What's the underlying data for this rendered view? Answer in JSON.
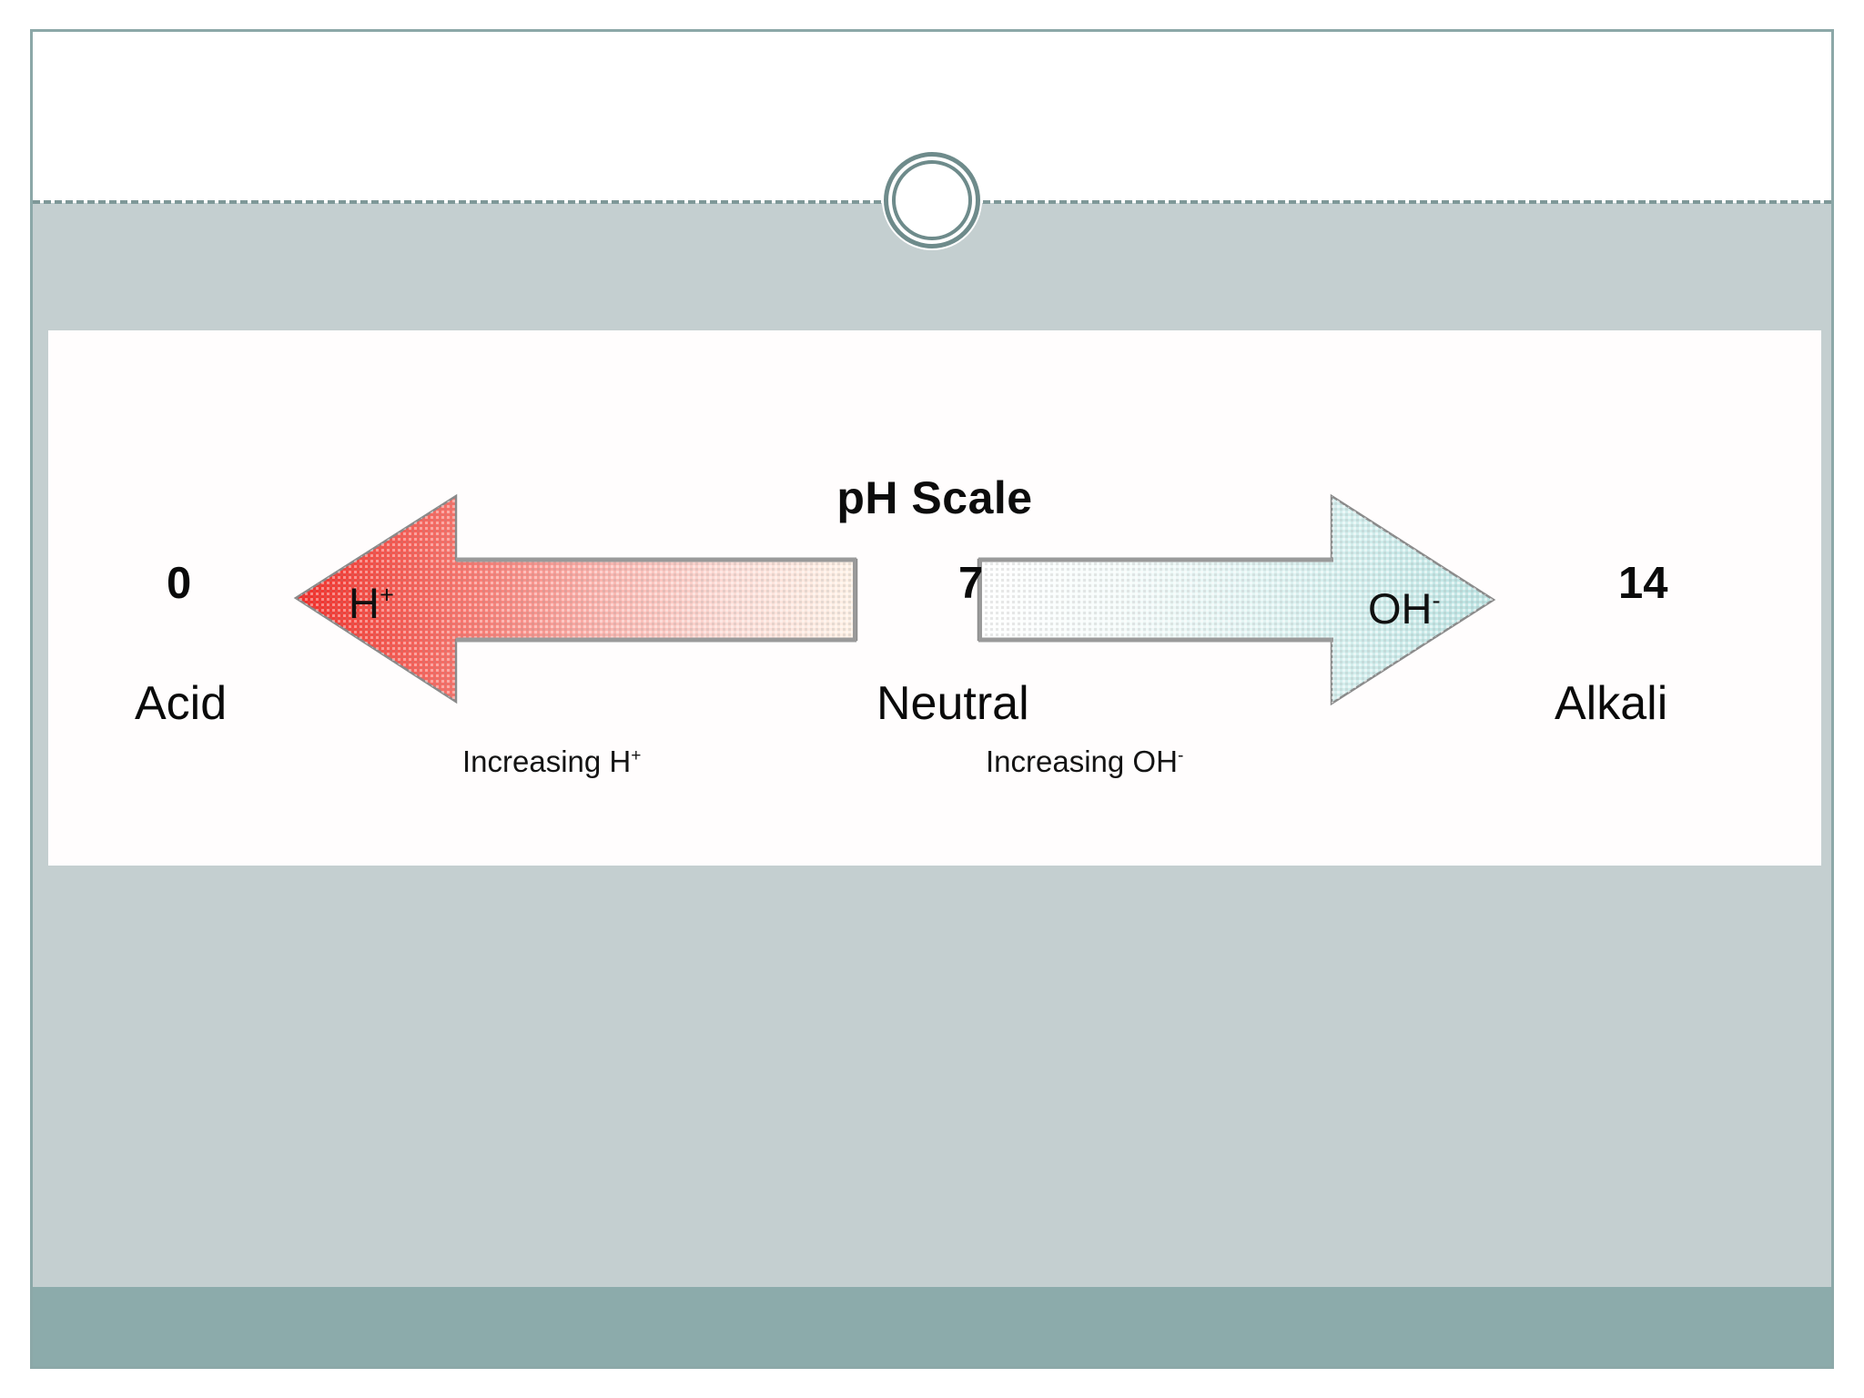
{
  "slide": {
    "theme": {
      "frame_border": "#8ca8a8",
      "band_light": "#c4cfd0",
      "band_dark": "#8cabab",
      "circle_stroke": "#6e8b8b",
      "dashed_rule": "#7e9898",
      "acid_color": "#f23c3c",
      "alkali_color": "#bfe3e3",
      "panel_background": "#fffdfd"
    },
    "decoration": {
      "circle_icon": "double-ring-circle",
      "dashed_rule": "horizontal-dashed-line"
    }
  },
  "diagram": {
    "title": "pH Scale",
    "scale_numbers": {
      "min": "0",
      "mid": "7",
      "max": "14"
    },
    "regions": {
      "acid": "Acid",
      "neutral": "Neutral",
      "alkali": "Alkali"
    },
    "ion_labels": {
      "hydrogen": "H",
      "hydrogen_charge": "+",
      "hydroxide": "OH",
      "hydroxide_charge": "-"
    },
    "captions": {
      "left_prefix": "Increasing H",
      "left_charge": "+",
      "right_prefix": "Increasing OH",
      "right_charge": "-"
    },
    "arrows": [
      {
        "name": "acid-arrow",
        "direction": "left",
        "ion": "H+",
        "gradient_from": "#f43030",
        "gradient_to": "#fdf0e4"
      },
      {
        "name": "alkali-arrow",
        "direction": "right",
        "ion": "OH-",
        "gradient_from": "#fdfdfd",
        "gradient_to": "#bfe4e4"
      }
    ]
  },
  "chart_data": {
    "type": "bar",
    "title": "pH Scale",
    "xlabel": "pH",
    "ylabel": "",
    "categories": [
      "0",
      "7",
      "14"
    ],
    "values": [
      0,
      7,
      14
    ],
    "xlim": [
      0,
      14
    ],
    "grid": false,
    "legend_position": "none",
    "annotations": [
      {
        "text": "Acid",
        "x": 0
      },
      {
        "text": "Neutral",
        "x": 7
      },
      {
        "text": "Alkali",
        "x": 14
      },
      {
        "text": "Increasing H+",
        "x": 3.5
      },
      {
        "text": "Increasing OH-",
        "x": 10.5
      }
    ],
    "series": [
      {
        "name": "Increasing H+",
        "range": [
          7,
          0
        ],
        "color": "#f43030"
      },
      {
        "name": "Increasing OH-",
        "range": [
          7,
          14
        ],
        "color": "#bfe4e4"
      }
    ]
  }
}
